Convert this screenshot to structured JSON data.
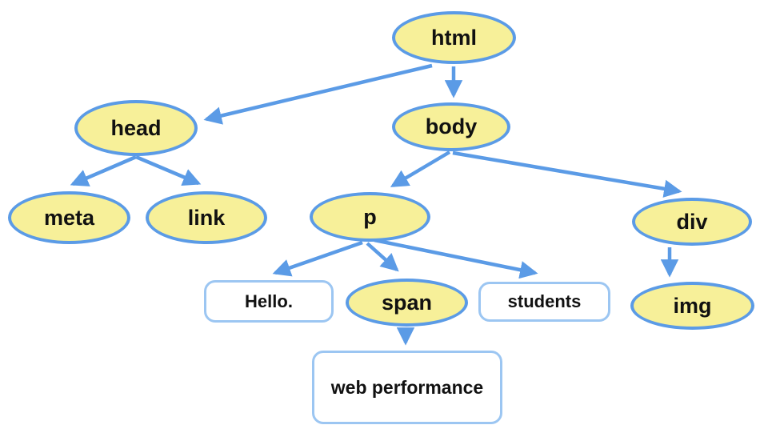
{
  "diagram": {
    "description": "DOM tree diagram of an HTML document",
    "colors": {
      "element_node_fill": "#f7f099",
      "element_node_border": "#5b9be6",
      "arrow": "#5b9be6",
      "text_node_fill": "#ffffff",
      "text_node_border": "#9cc6f2",
      "label_text": "#111111",
      "background": "#ffffff"
    },
    "nodes": {
      "html": {
        "label": "html",
        "kind": "element"
      },
      "head": {
        "label": "head",
        "kind": "element"
      },
      "body": {
        "label": "body",
        "kind": "element"
      },
      "meta": {
        "label": "meta",
        "kind": "element"
      },
      "link": {
        "label": "link",
        "kind": "element"
      },
      "p": {
        "label": "p",
        "kind": "element"
      },
      "div": {
        "label": "div",
        "kind": "element"
      },
      "span": {
        "label": "span",
        "kind": "element"
      },
      "img": {
        "label": "img",
        "kind": "element"
      },
      "hello": {
        "label": "Hello.",
        "kind": "text"
      },
      "students": {
        "label": "students",
        "kind": "text"
      },
      "webperf": {
        "label": "web performance",
        "kind": "text"
      }
    },
    "edges": [
      {
        "from": "html",
        "to": "head"
      },
      {
        "from": "html",
        "to": "body"
      },
      {
        "from": "head",
        "to": "meta"
      },
      {
        "from": "head",
        "to": "link"
      },
      {
        "from": "body",
        "to": "p"
      },
      {
        "from": "body",
        "to": "div"
      },
      {
        "from": "p",
        "to": "hello"
      },
      {
        "from": "p",
        "to": "span"
      },
      {
        "from": "p",
        "to": "students"
      },
      {
        "from": "span",
        "to": "webperf"
      },
      {
        "from": "div",
        "to": "img"
      }
    ]
  }
}
